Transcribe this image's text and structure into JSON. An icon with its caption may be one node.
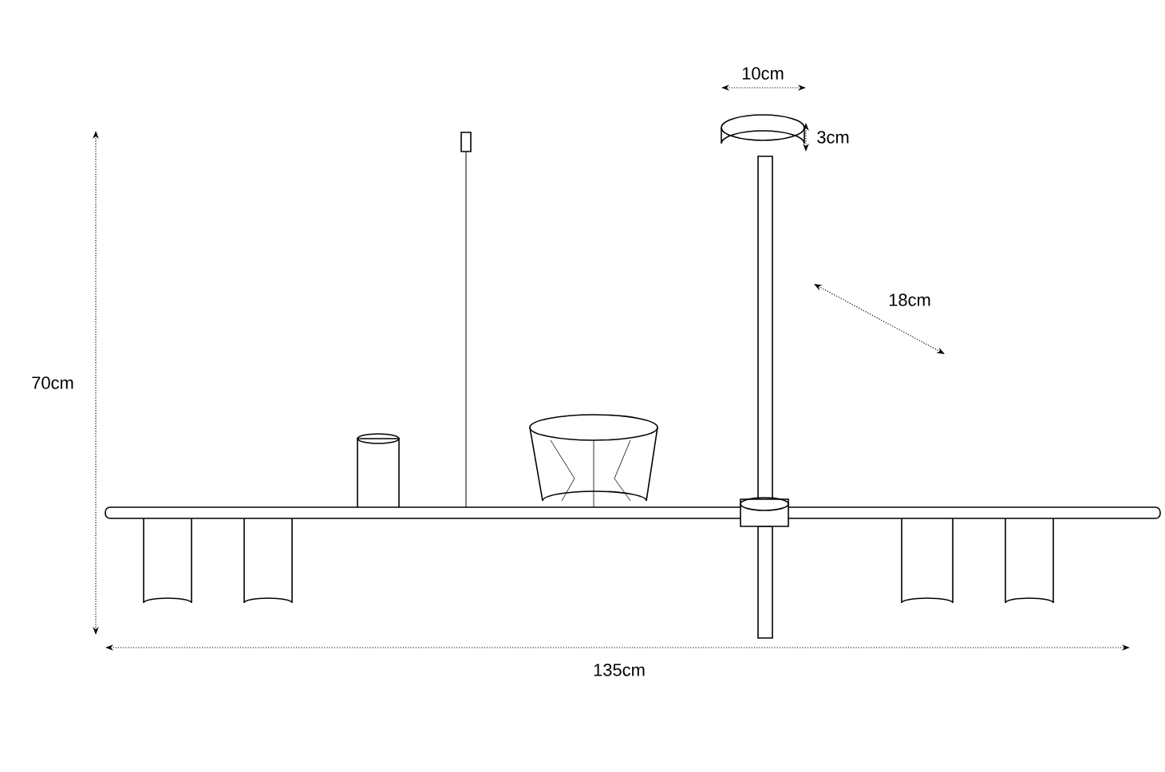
{
  "diagram": {
    "labels": [
      "10cm",
      "3cm",
      "18cm",
      "70cm",
      "135cm"
    ]
  }
}
